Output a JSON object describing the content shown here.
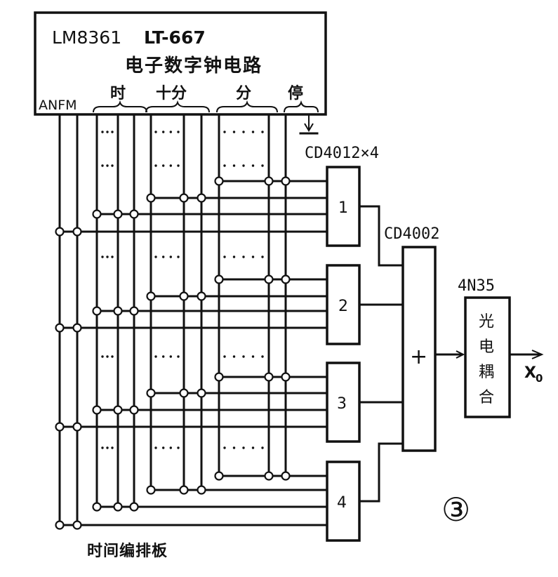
{
  "header_box": {
    "chip1": "LM8361",
    "chip2": "LT-667",
    "title": "电子数字钟电路",
    "pin_anfm": "ANFM",
    "pin_hour": "时",
    "pin_tenmin": "十分",
    "pin_min": "分",
    "pin_stop": "停"
  },
  "nand_chip": "CD4012×4",
  "gates": [
    "1",
    "2",
    "3",
    "4"
  ],
  "nor_chip": "CD4002",
  "nor_symbol": "+",
  "coupler_chip": "4N35",
  "coupler_label": [
    "光",
    "电",
    "耦",
    "合"
  ],
  "output_label": "X",
  "output_sub": "0",
  "circle_number": "③",
  "board_label": "时间编排板"
}
